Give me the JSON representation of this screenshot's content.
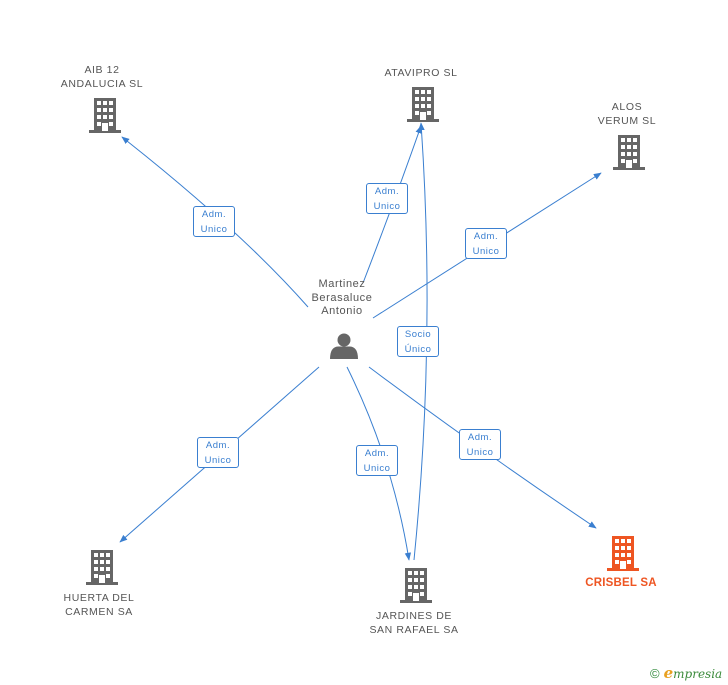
{
  "colors": {
    "edge": "#3a7fd0",
    "node": "#666666",
    "highlight": "#ee5522"
  },
  "person": {
    "label": "Martinez\nBerasaluce\nAntonio",
    "icon": "person-icon"
  },
  "companies": [
    {
      "id": "aib12",
      "label": "AIB 12\nANDALUCIA SL",
      "highlight": false
    },
    {
      "id": "atavipro",
      "label": "ATAVIPRO SL",
      "highlight": false
    },
    {
      "id": "alos",
      "label": "ALOS\nVERUM SL",
      "highlight": false
    },
    {
      "id": "huerta",
      "label": "HUERTA DEL\nCARMEN SA",
      "highlight": false
    },
    {
      "id": "jardines",
      "label": "JARDINES DE\nSAN RAFAEL SA",
      "highlight": false
    },
    {
      "id": "crisbel",
      "label": "CRISBEL SA",
      "highlight": true
    }
  ],
  "relations": [
    {
      "id": "r-aib12",
      "target": "aib12",
      "line1": "Adm.",
      "line2": "Unico"
    },
    {
      "id": "r-atavipro",
      "target": "atavipro",
      "line1": "Adm.",
      "line2": "Unico"
    },
    {
      "id": "r-alos",
      "target": "alos",
      "line1": "Adm.",
      "line2": "Unico"
    },
    {
      "id": "r-socio",
      "target": "atavipro",
      "source": "jardines",
      "line1": "Socio",
      "line2": "Único"
    },
    {
      "id": "r-huerta",
      "target": "huerta",
      "line1": "Adm.",
      "line2": "Unico"
    },
    {
      "id": "r-jardines",
      "target": "jardines",
      "line1": "Adm.",
      "line2": "Unico"
    },
    {
      "id": "r-crisbel",
      "target": "crisbel",
      "line1": "Adm.",
      "line2": "Unico"
    }
  ],
  "footer": {
    "copyright": "©",
    "brand_initial": "e",
    "brand_rest": "mpresia"
  }
}
